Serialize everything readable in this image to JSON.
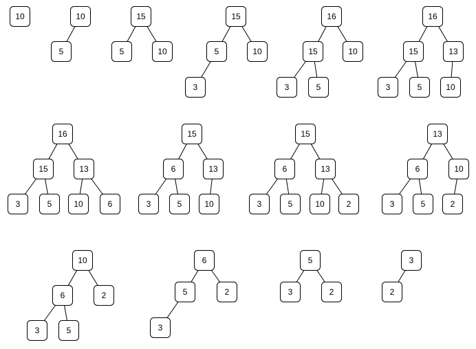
{
  "trees": [
    {
      "nodes": [
        {
          "value": "10"
        }
      ],
      "edges": []
    },
    {
      "nodes": [
        {
          "value": "10"
        },
        {
          "value": "5"
        }
      ],
      "edges": [
        [
          0,
          1
        ]
      ]
    },
    {
      "nodes": [
        {
          "value": "15"
        },
        {
          "value": "5"
        },
        {
          "value": "10"
        }
      ],
      "edges": [
        [
          0,
          1
        ],
        [
          0,
          2
        ]
      ]
    },
    {
      "nodes": [
        {
          "value": "15"
        },
        {
          "value": "5"
        },
        {
          "value": "10"
        },
        {
          "value": "3"
        }
      ],
      "edges": [
        [
          0,
          1
        ],
        [
          0,
          2
        ],
        [
          1,
          3
        ]
      ]
    },
    {
      "nodes": [
        {
          "value": "16"
        },
        {
          "value": "15"
        },
        {
          "value": "10"
        },
        {
          "value": "3"
        },
        {
          "value": "5"
        }
      ],
      "edges": [
        [
          0,
          1
        ],
        [
          0,
          2
        ],
        [
          1,
          3
        ],
        [
          1,
          4
        ]
      ]
    },
    {
      "nodes": [
        {
          "value": "16"
        },
        {
          "value": "15"
        },
        {
          "value": "13"
        },
        {
          "value": "3"
        },
        {
          "value": "5"
        },
        {
          "value": "10"
        }
      ],
      "edges": [
        [
          0,
          1
        ],
        [
          0,
          2
        ],
        [
          1,
          3
        ],
        [
          1,
          4
        ],
        [
          2,
          5
        ]
      ]
    },
    {
      "nodes": [
        {
          "value": "16"
        },
        {
          "value": "15"
        },
        {
          "value": "13"
        },
        {
          "value": "3"
        },
        {
          "value": "5"
        },
        {
          "value": "10"
        },
        {
          "value": "6"
        }
      ],
      "edges": [
        [
          0,
          1
        ],
        [
          0,
          2
        ],
        [
          1,
          3
        ],
        [
          1,
          4
        ],
        [
          2,
          5
        ],
        [
          2,
          6
        ]
      ]
    },
    {
      "nodes": [
        {
          "value": "15"
        },
        {
          "value": "6"
        },
        {
          "value": "13"
        },
        {
          "value": "3"
        },
        {
          "value": "5"
        },
        {
          "value": "10"
        }
      ],
      "edges": [
        [
          0,
          1
        ],
        [
          0,
          2
        ],
        [
          1,
          3
        ],
        [
          1,
          4
        ],
        [
          2,
          5
        ]
      ]
    },
    {
      "nodes": [
        {
          "value": "15"
        },
        {
          "value": "6"
        },
        {
          "value": "13"
        },
        {
          "value": "3"
        },
        {
          "value": "5"
        },
        {
          "value": "10"
        },
        {
          "value": "2"
        }
      ],
      "edges": [
        [
          0,
          1
        ],
        [
          0,
          2
        ],
        [
          1,
          3
        ],
        [
          1,
          4
        ],
        [
          2,
          5
        ],
        [
          2,
          6
        ]
      ]
    },
    {
      "nodes": [
        {
          "value": "13"
        },
        {
          "value": "6"
        },
        {
          "value": "10"
        },
        {
          "value": "3"
        },
        {
          "value": "5"
        },
        {
          "value": "2"
        }
      ],
      "edges": [
        [
          0,
          1
        ],
        [
          0,
          2
        ],
        [
          1,
          3
        ],
        [
          1,
          4
        ],
        [
          2,
          5
        ]
      ]
    },
    {
      "nodes": [
        {
          "value": "10"
        },
        {
          "value": "6"
        },
        {
          "value": "2"
        },
        {
          "value": "3"
        },
        {
          "value": "5"
        }
      ],
      "edges": [
        [
          0,
          1
        ],
        [
          0,
          2
        ],
        [
          1,
          3
        ],
        [
          1,
          4
        ]
      ]
    },
    {
      "nodes": [
        {
          "value": "6"
        },
        {
          "value": "5"
        },
        {
          "value": "2"
        },
        {
          "value": "3"
        }
      ],
      "edges": [
        [
          0,
          1
        ],
        [
          0,
          2
        ],
        [
          1,
          3
        ]
      ]
    },
    {
      "nodes": [
        {
          "value": "5"
        },
        {
          "value": "3"
        },
        {
          "value": "2"
        }
      ],
      "edges": [
        [
          0,
          1
        ],
        [
          0,
          2
        ]
      ]
    },
    {
      "nodes": [
        {
          "value": "3"
        },
        {
          "value": "2"
        }
      ],
      "edges": [
        [
          0,
          1
        ]
      ]
    }
  ]
}
